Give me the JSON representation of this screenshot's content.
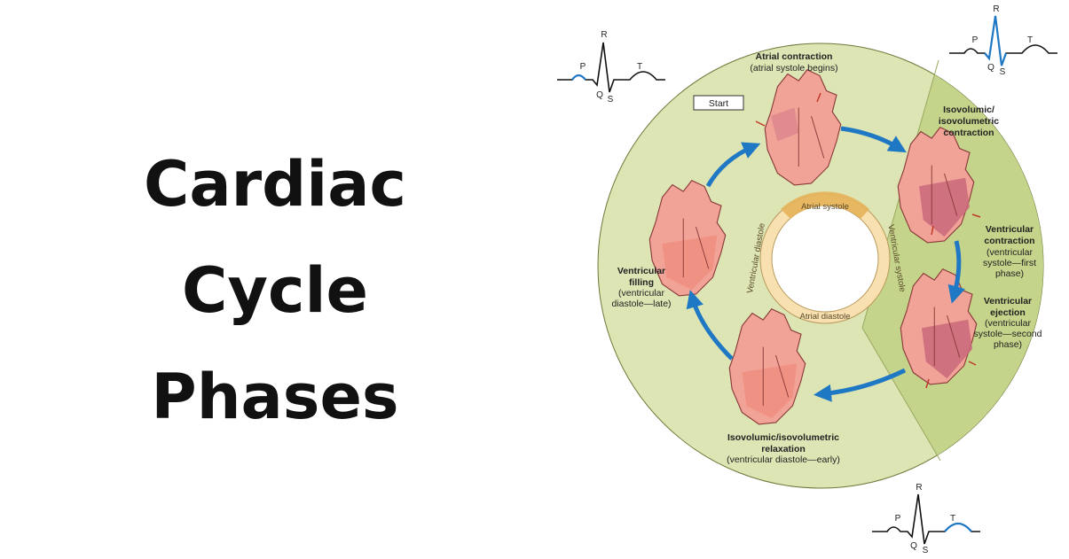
{
  "title_lines": [
    "Cardiac",
    "Cycle",
    "Phases"
  ],
  "start_label": "Start",
  "phases": {
    "atrial_contraction": {
      "title": "Atrial contraction",
      "sub": "(atrial systole begins)"
    },
    "isovolumic_contraction": {
      "lines": [
        "Isovolumic/",
        "isovolumetric",
        "contraction"
      ]
    },
    "ventricular_contraction": {
      "bold": [
        "Ventricular",
        "contraction"
      ],
      "sub": [
        "(ventricular",
        "systole—first",
        "phase)"
      ]
    },
    "ventricular_ejection": {
      "bold": [
        "Ventricular",
        "ejection"
      ],
      "sub": [
        "(ventricular",
        "systole—second",
        "phase)"
      ]
    },
    "isovolumic_relaxation": {
      "bold": [
        "Isovolumic/isovolumetric",
        "relaxation"
      ],
      "sub": "(ventricular diastole—early)"
    },
    "ventricular_filling": {
      "bold": [
        "Ventricular",
        "filling"
      ],
      "sub": [
        "(ventricular",
        "diastole—late)"
      ]
    }
  },
  "ring": {
    "atrial_systole": "Atrial systole",
    "atrial_diastole": "Atrial diastole",
    "ventricular_diastole": "Ventricular diastole",
    "ventricular_systole": "Ventricular systole"
  },
  "ecg_labels": {
    "P": "P",
    "Q": "Q",
    "R": "R",
    "S": "S",
    "T": "T"
  },
  "colors": {
    "outer_light": "#dde5b4",
    "outer_dark": "#c4d48a",
    "arrow_blue": "#1f78c4",
    "heart_pink": "#f2a397",
    "heart_dark": "#c9697a",
    "ring_fill": "#f8e0b0",
    "ring_accent": "#e6b25a"
  }
}
